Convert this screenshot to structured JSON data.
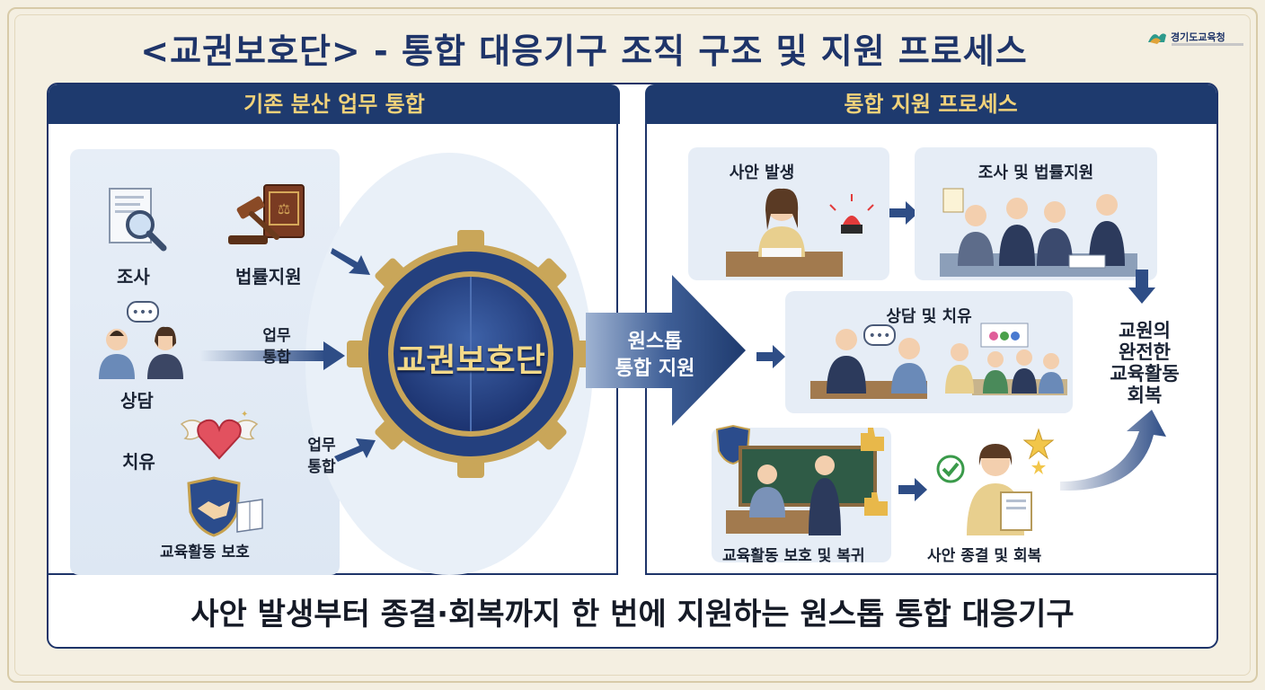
{
  "title": "<교권보호단> - 통합 대응기구 조직 구조 및 지원 프로세스",
  "logo": {
    "text": "경기도교육청"
  },
  "left_panel": {
    "heading": "기존 분산 업무 통합",
    "items": [
      "조사",
      "법률지원",
      "상담",
      "치유",
      "교육활동 보호"
    ],
    "arrow_label_1": "업무\n통합",
    "arrow_label_2": "업무\n통합"
  },
  "center": {
    "label": "교권보호단"
  },
  "connector": {
    "label": "원스톱\n통합 지원"
  },
  "right_panel": {
    "heading": "통합 지원 프로세스",
    "steps": [
      "사안 발생",
      "조사 및 법률지원",
      "상담 및 치유",
      "교육활동 보호 및 복귀",
      "사안 종결 및 회복"
    ],
    "goal": "교원의\n완전한\n교육활동\n회복"
  },
  "footer": "사안 발생부터 종결·회복까지 한 번에 지원하는 원스톱 통합 대응기구",
  "colors": {
    "navy": "#1e3a6e",
    "gold": "#f1d27a",
    "light_blue": "#e6edf6"
  }
}
